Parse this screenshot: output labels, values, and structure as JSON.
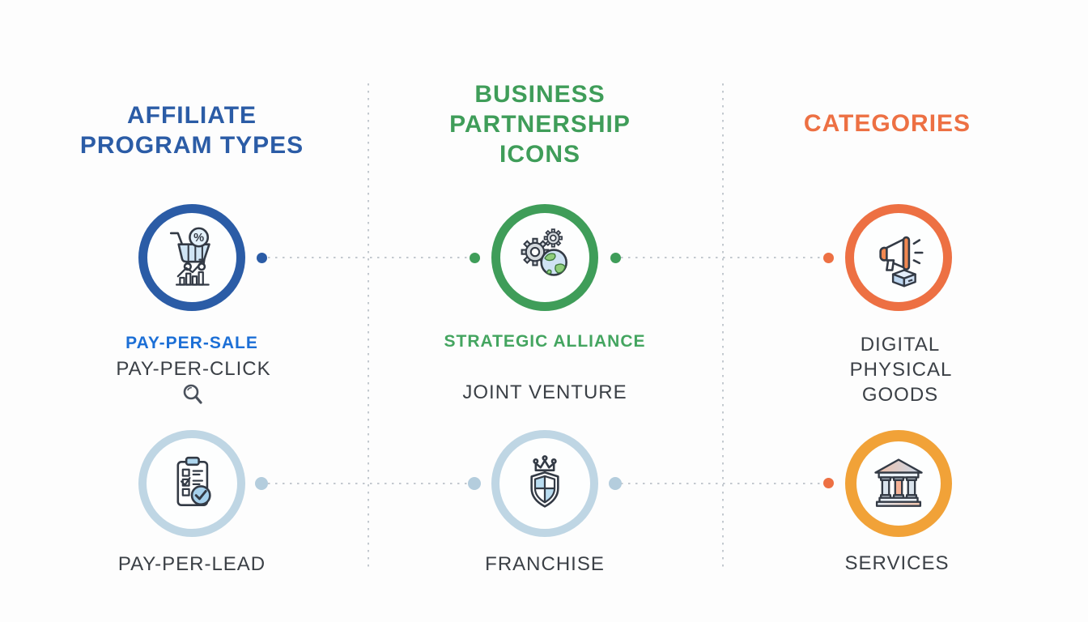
{
  "palette": {
    "blue": "#2b5ca6",
    "bright_blue": "#1c6fd6",
    "green": "#3f9d59",
    "label_green": "#44a560",
    "orange": "#ed7043",
    "amber": "#f1a238",
    "light_blue_ring": "#bfd6e4",
    "light_blue_dot": "#b4cddd",
    "text_dark": "#3b4046",
    "dotted_line_gray": "#c3c9cf"
  },
  "columns": [
    {
      "id": "affiliate-program-types",
      "header_lines": [
        "AFFILIATE",
        "PROGRAM TYPES"
      ],
      "header_color": "#2b5ca6",
      "rows": [
        {
          "icon": "shopping-cart-percent-chart-icon",
          "ring_color": "#2b5ca6",
          "labels": [
            {
              "text": "PAY-PER-SALE",
              "color": "#1c6fd6"
            },
            {
              "text": "PAY-PER-CLICK",
              "color": "#3b4046"
            }
          ],
          "extra_icon": "magnifier-icon"
        },
        {
          "icon": "clipboard-checklist-icon",
          "ring_color": "#bfd6e4",
          "labels": [
            {
              "text": "PAY-PER-LEAD",
              "color": "#3b4046"
            }
          ]
        }
      ]
    },
    {
      "id": "business-partnership-icons",
      "header_lines": [
        "BUSINESS",
        "PARTNERSHIP",
        "ICONS"
      ],
      "header_color": "#3f9d59",
      "rows": [
        {
          "icon": "gears-globe-icon",
          "ring_color": "#3f9d59",
          "labels": [
            {
              "text": "STRATEGIC ALLIANCE",
              "color": "#44a560"
            },
            {
              "text": "JOINT VENTURE",
              "color": "#3b4046"
            }
          ]
        },
        {
          "icon": "shield-crown-icon",
          "ring_color": "#bfd6e4",
          "labels": [
            {
              "text": "FRANCHISE",
              "color": "#3b4046"
            }
          ]
        }
      ]
    },
    {
      "id": "categories",
      "header_lines": [
        "CATEGORIES"
      ],
      "header_color": "#ed7043",
      "rows": [
        {
          "icon": "megaphone-box-icon",
          "ring_color": "#ed7043",
          "labels": [
            {
              "text": "DIGITAL",
              "color": "#3b4046"
            },
            {
              "text": "PHYSICAL",
              "color": "#3b4046"
            },
            {
              "text": "GOODS",
              "color": "#3b4046"
            }
          ]
        },
        {
          "icon": "bank-building-icon",
          "ring_color": "#f1a238",
          "labels": [
            {
              "text": "SERVICES",
              "color": "#3b4046"
            }
          ]
        }
      ]
    }
  ],
  "connectors": {
    "row1_dot_colors": [
      "#2b5ca6",
      "#3f9d59",
      "#3f9d59",
      "#ed7043"
    ],
    "row2_dot_colors": [
      "#b4cddd",
      "#b4cddd",
      "#b4cddd",
      "#ed7043"
    ]
  }
}
